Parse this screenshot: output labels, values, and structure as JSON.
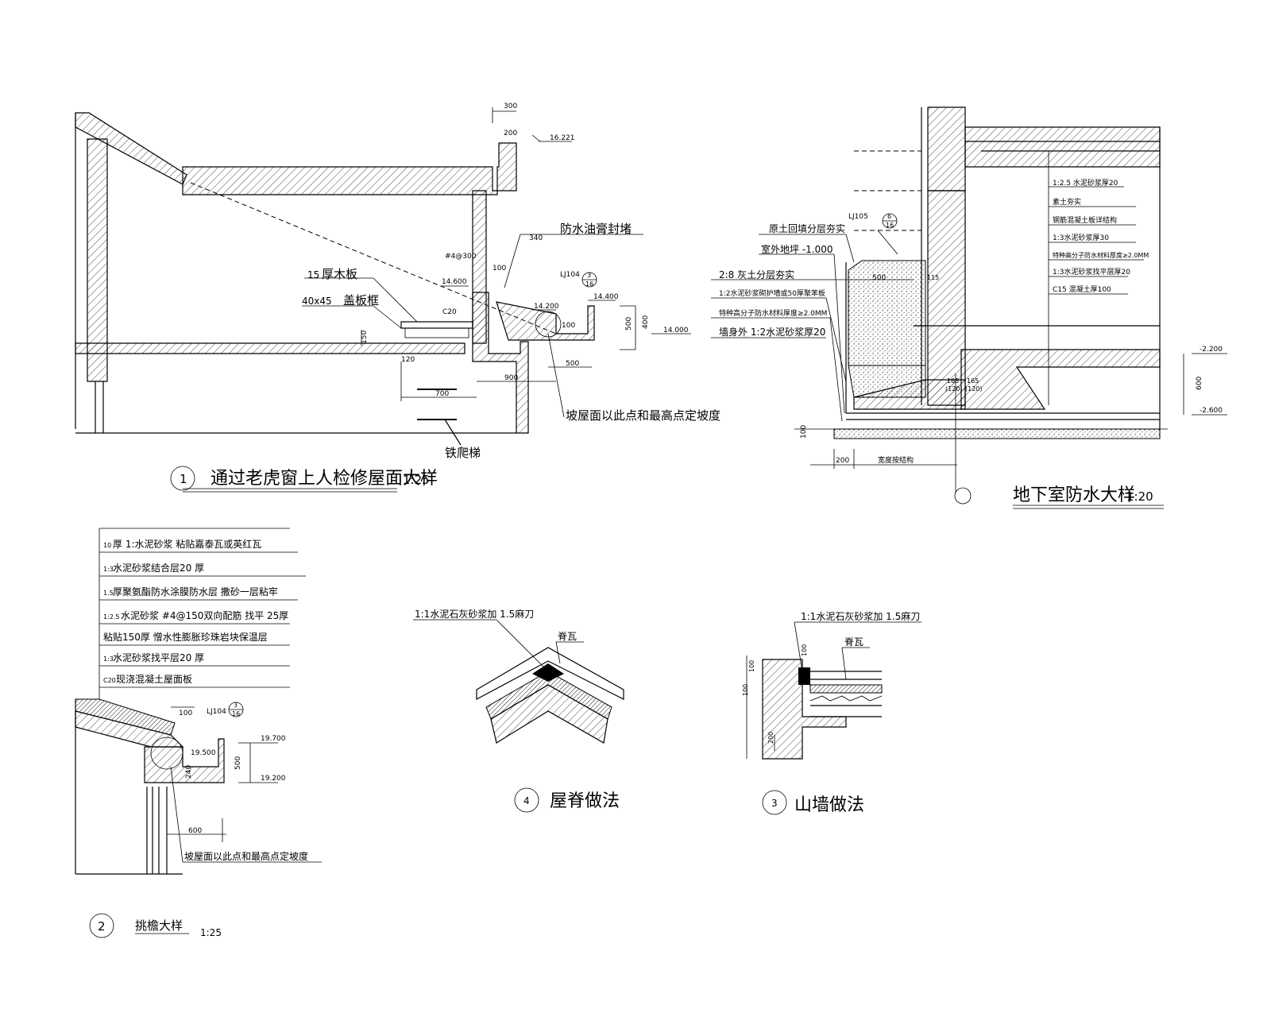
{
  "detail1": {
    "title": "通过老虎窗上人检修屋面大样",
    "scale": "1:25",
    "number": "1",
    "labels": {
      "wood_board_num": "15",
      "wood_board": "厚木板",
      "cover_frame_num": "40x45",
      "cover_frame": "盖板框",
      "waterproof_seal": "防水油膏封堵",
      "slope_note": "坡屋面以此点和最高点定坡度",
      "ladder": "铁爬梯",
      "c20": "C20",
      "rebar": "#4@300",
      "lj_ref": "LJ104",
      "idx_top": "3",
      "idx_bot": "16"
    },
    "dims": {
      "d300": "300",
      "d200": "200",
      "d340": "340",
      "d100a": "100",
      "d150": "150",
      "d120": "120",
      "d700": "700",
      "d900": "900",
      "d500a": "500",
      "d100b": "100",
      "d500b": "500",
      "d400": "400"
    },
    "elevations": {
      "e16221": "16.221",
      "e14600": "14.600",
      "e14200": "14.200",
      "e14400": "14.400",
      "e14000": "14.000"
    }
  },
  "basement": {
    "title": "地下室防水大样",
    "scale": "1:20",
    "left_labels": [
      "原土回填分层夯实",
      "室外地坪 -1.000",
      "2:8 灰土分层夯实",
      "1:2水泥砂浆砌护墙或50厚聚苯板",
      "特种高分子防水材料厚度≥2.0MM",
      "墙身外 1:2水泥砂浆厚20"
    ],
    "right_labels": [
      "1:2.5 水泥砂浆厚20",
      "素土夯实",
      "钢筋混凝土板详结构",
      "1:3水泥砂浆厚30",
      "特种高分子防水材料厚度≥2.0MM",
      "1:3水泥砂浆找平层厚20",
      "C15 混凝土厚100"
    ],
    "lj_ref": "LJ105",
    "idx_top": "6",
    "idx_bot": "16",
    "dims": {
      "d500": "500",
      "d115": "115",
      "d165a": "165",
      "d120a": "(120)",
      "d165b": "165",
      "d120b": "(120)",
      "d600": "600",
      "d200": "200",
      "d100": "100",
      "width_note": "宽度按结构"
    },
    "elevations": {
      "e2200": "-2.200",
      "e2600": "-2.600"
    }
  },
  "detail2": {
    "title": "挑檐大样",
    "scale": "1:25",
    "number": "2",
    "layers": [
      {
        "prefix": "10",
        "text": "厚 1:水泥砂浆 粘贴嘉泰瓦或英红瓦"
      },
      {
        "prefix": "1:3",
        "text": " 水泥砂浆结合层20 厚"
      },
      {
        "prefix": "1.5",
        "text": " 厚聚氨酯防水涂膜防水层 撒砂一层粘牢"
      },
      {
        "prefix": "1:2.5",
        "text": " 水泥砂浆 #4@150双向配筋 找平   25厚"
      },
      {
        "prefix": "",
        "text": "粘贴150厚 憎水性膨胀珍珠岩块保温层"
      },
      {
        "prefix": "1:3",
        "text": " 水泥砂浆找平层20 厚"
      },
      {
        "prefix": "C20",
        "text": " 现浇混凝土屋面板"
      }
    ],
    "slope_note": "坡屋面以此点和最高点定坡度",
    "lj_ref": "LJ104",
    "idx_top": "3",
    "idx_bot": "16",
    "dims": {
      "d100": "100",
      "d240": "240",
      "d500": "500",
      "d600": "600"
    },
    "elevations": {
      "e19700": "19.700",
      "e19500": "19.500",
      "e19200": "19.200"
    }
  },
  "detail4": {
    "title": "屋脊做法",
    "number": "4",
    "note": "1:1水泥石灰砂浆加 1.5麻刀",
    "ridge_tile": "脊瓦"
  },
  "detail3": {
    "title": "山墙做法",
    "number": "3",
    "note": "1:1水泥石灰砂浆加 1.5麻刀",
    "ridge_tile": "脊瓦",
    "dims": {
      "d100a": "100",
      "d100b": "100",
      "d100c": "100",
      "d200": "200"
    }
  }
}
